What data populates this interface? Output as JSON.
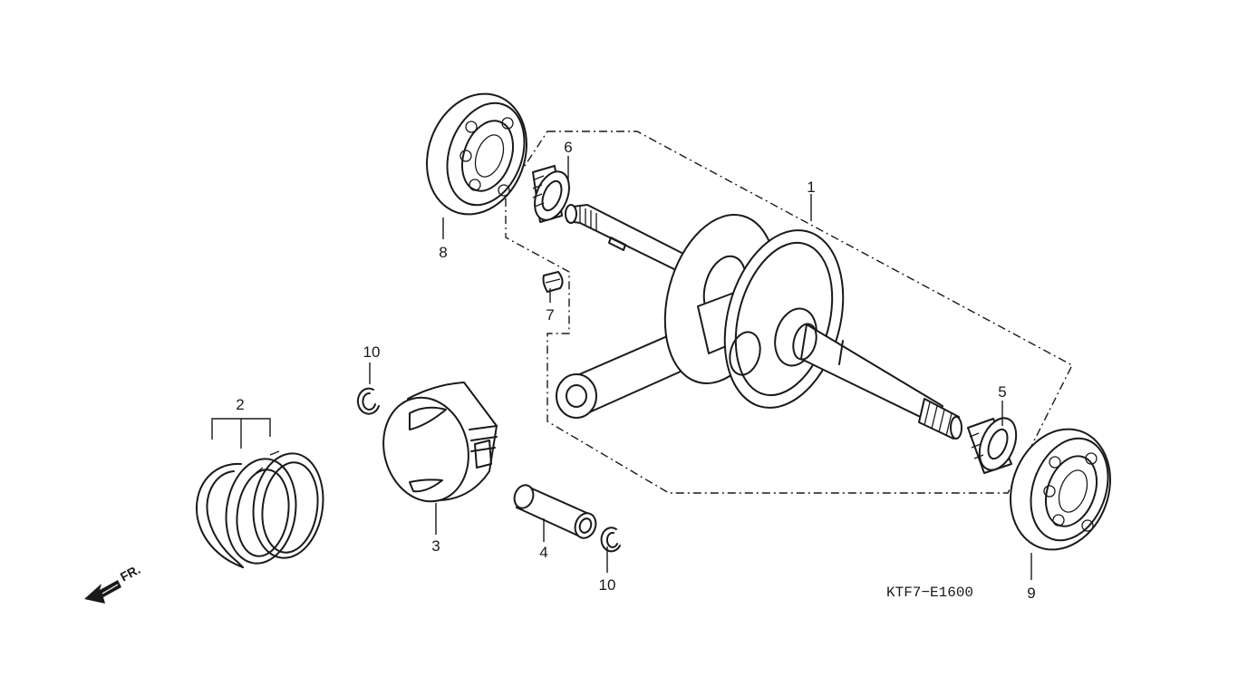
{
  "diagram": {
    "code": "KTF7−E1600",
    "front_label": "FR.",
    "callouts": {
      "p1": "1",
      "p2": "2",
      "p3": "3",
      "p4": "4",
      "p5": "5",
      "p6": "6",
      "p7": "7",
      "p8": "8",
      "p9": "9",
      "p10a": "10",
      "p10b": "10"
    }
  }
}
